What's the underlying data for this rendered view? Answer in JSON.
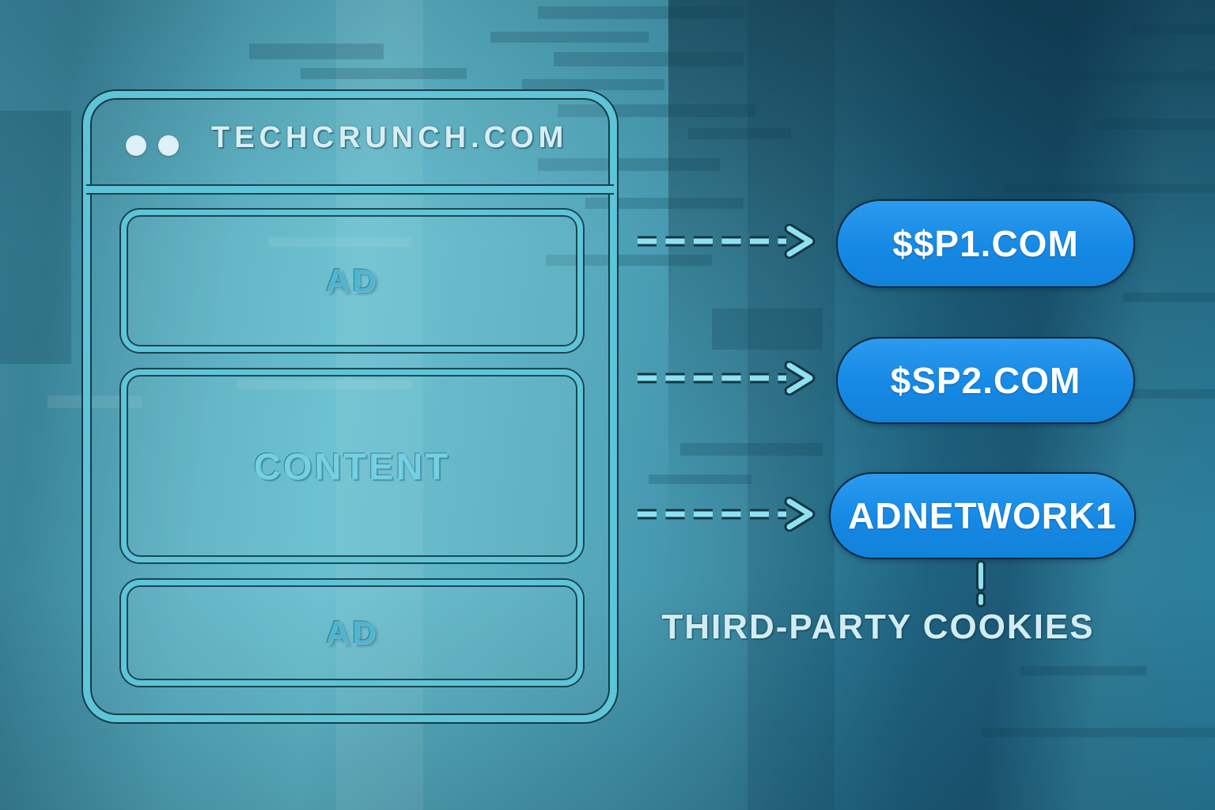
{
  "browser": {
    "title": "TECHCRUNCH.COM",
    "sections": [
      {
        "label": "AD"
      },
      {
        "label": "CONTENT"
      },
      {
        "label": "AD"
      }
    ]
  },
  "destinations": [
    {
      "label": "$$P1.COM"
    },
    {
      "label": "$SP2.COM"
    },
    {
      "label": "ADNETWORK1"
    }
  ],
  "caption": "THIRD-PARTY COOKIES",
  "colors": {
    "window_outline": "#5ec4d7",
    "outline_dark_edge": "#0d2b36",
    "pill_blue": "#1689e5",
    "pill_text": "#ffffff",
    "title_text": "#d8eef4",
    "ad_text": "#4db6d2",
    "content_text": "#76d0e4",
    "caption_text": "#d3ecf2",
    "arrow_dash": "#8ee2f0",
    "background_teal_left": "#58adc0",
    "background_teal_right_dark": "#1d5a78"
  }
}
